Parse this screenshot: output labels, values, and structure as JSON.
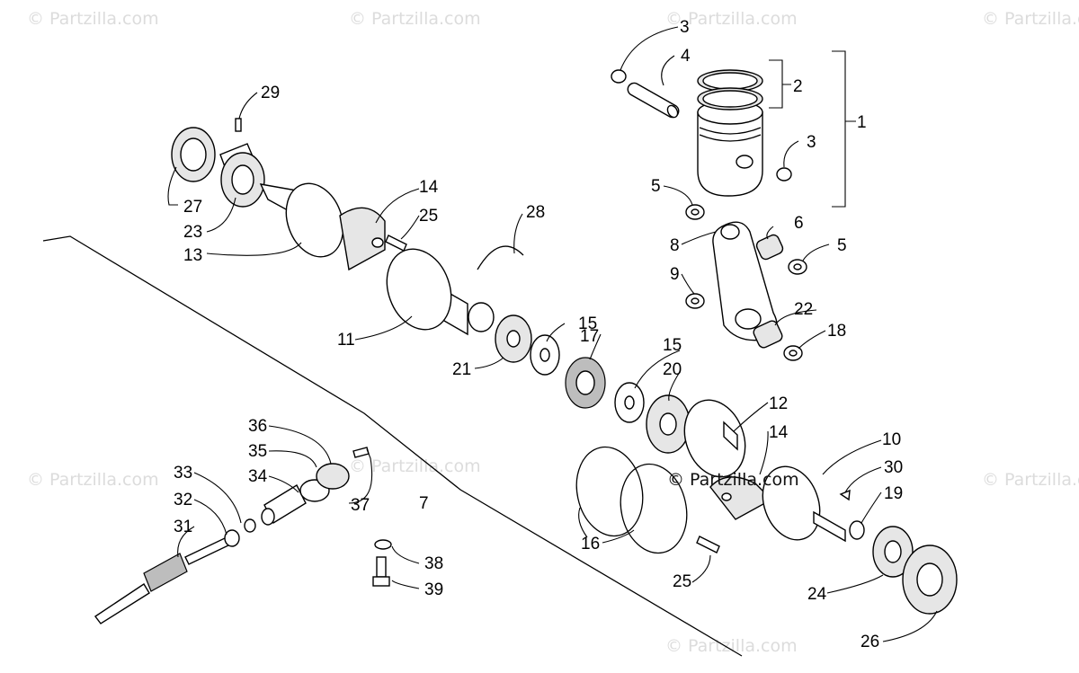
{
  "watermarks": [
    {
      "text": "© Partzilla.com"
    },
    {
      "text": "© Partzilla.com"
    },
    {
      "text": "© Partzilla.com"
    },
    {
      "text": "© Partzilla.com"
    },
    {
      "text": "© Partzilla.com"
    },
    {
      "text": "© Partzilla.com"
    },
    {
      "text": "© Partzilla.com"
    },
    {
      "text": "© Partzilla.com"
    }
  ],
  "center_watermark": "© Partzilla.com",
  "callouts": {
    "c1": "1",
    "c2": "2",
    "c3a": "3",
    "c3b": "3",
    "c4": "4",
    "c5a": "5",
    "c5b": "5",
    "c6": "6",
    "c7": "7",
    "c8": "8",
    "c9": "9",
    "c10": "10",
    "c11": "11",
    "c12": "12",
    "c13": "13",
    "c14a": "14",
    "c14b": "14",
    "c15a": "15",
    "c15b": "15",
    "c16": "16",
    "c17": "17",
    "c18": "18",
    "c19": "19",
    "c20": "20",
    "c21": "21",
    "c22": "22",
    "c23": "23",
    "c24": "24",
    "c25a": "25",
    "c25b": "25",
    "c26": "26",
    "c27": "27",
    "c28": "28",
    "c29": "29",
    "c30": "30",
    "c31": "31",
    "c32": "32",
    "c33": "33",
    "c34": "34",
    "c35": "35",
    "c36": "36",
    "c37": "37",
    "c38": "38",
    "c39": "39"
  }
}
